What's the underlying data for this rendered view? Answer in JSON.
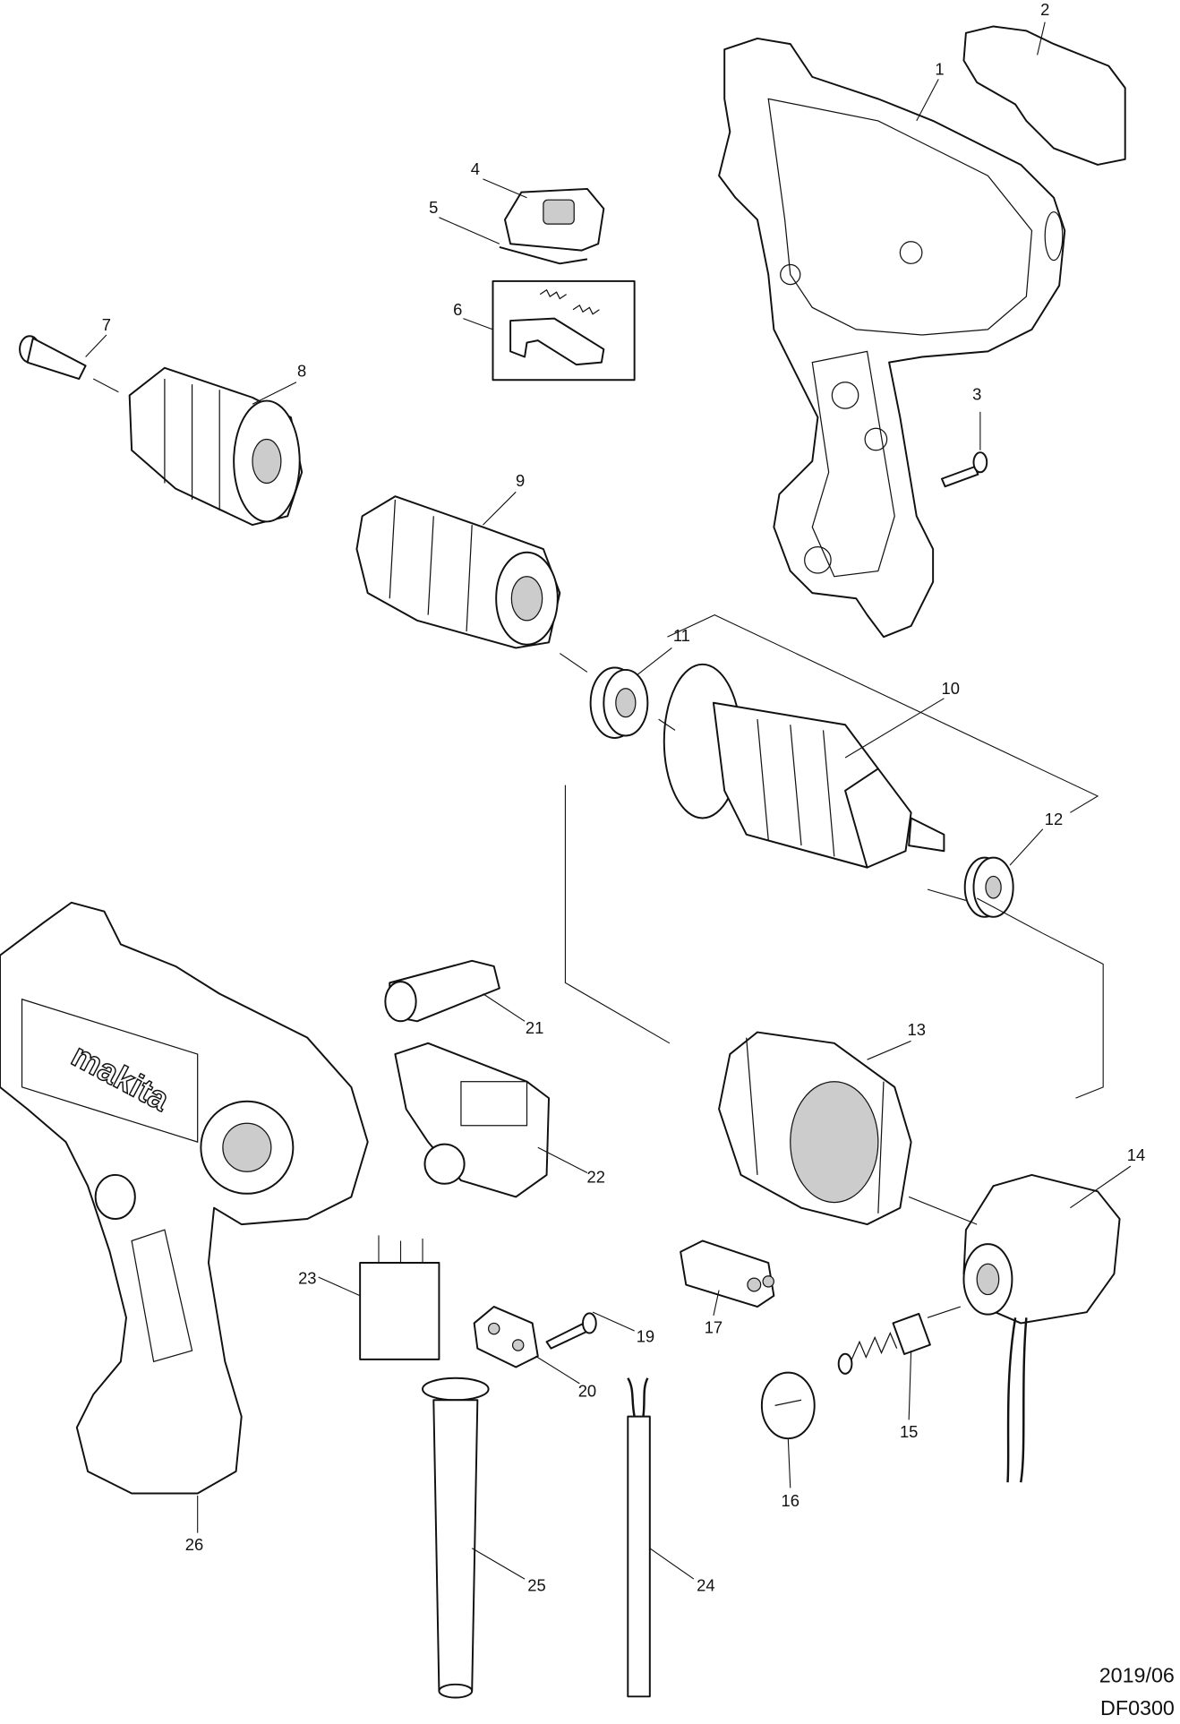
{
  "diagram": {
    "labels": {
      "p1": "1",
      "p2": "2",
      "p3": "3",
      "p4": "4",
      "p5": "5",
      "p6": "6",
      "p7": "7",
      "p8": "8",
      "p9": "9",
      "p10": "10",
      "p11": "11",
      "p12": "12",
      "p13": "13",
      "p14": "14",
      "p15": "15",
      "p16": "16",
      "p17": "17",
      "p19": "19",
      "p20": "20",
      "p21": "21",
      "p22": "22",
      "p23": "23",
      "p24": "24",
      "p25": "25",
      "p26": "26"
    },
    "brand_logo": "makita",
    "date": "2019/06",
    "model_code": "DF0300"
  }
}
